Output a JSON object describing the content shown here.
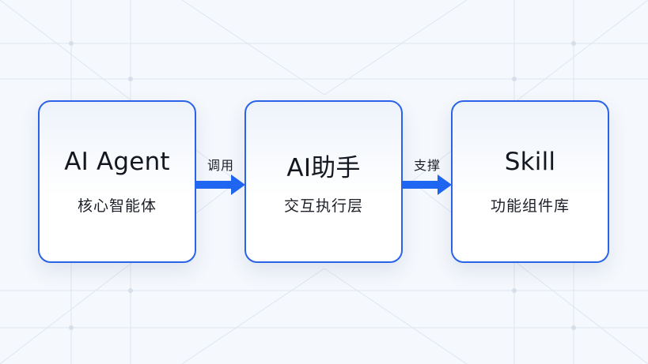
{
  "nodes": [
    {
      "title": "AI Agent",
      "subtitle": "核心智能体"
    },
    {
      "title": "AI助手",
      "subtitle": "交互执行层"
    },
    {
      "title": "Skill",
      "subtitle": "功能组件库"
    }
  ],
  "connectors": [
    {
      "label": "调用"
    },
    {
      "label": "支撑"
    }
  ],
  "colors": {
    "accent": "#2a63e8",
    "arrow": "#1f66f2",
    "background": "#f5f8fc"
  }
}
